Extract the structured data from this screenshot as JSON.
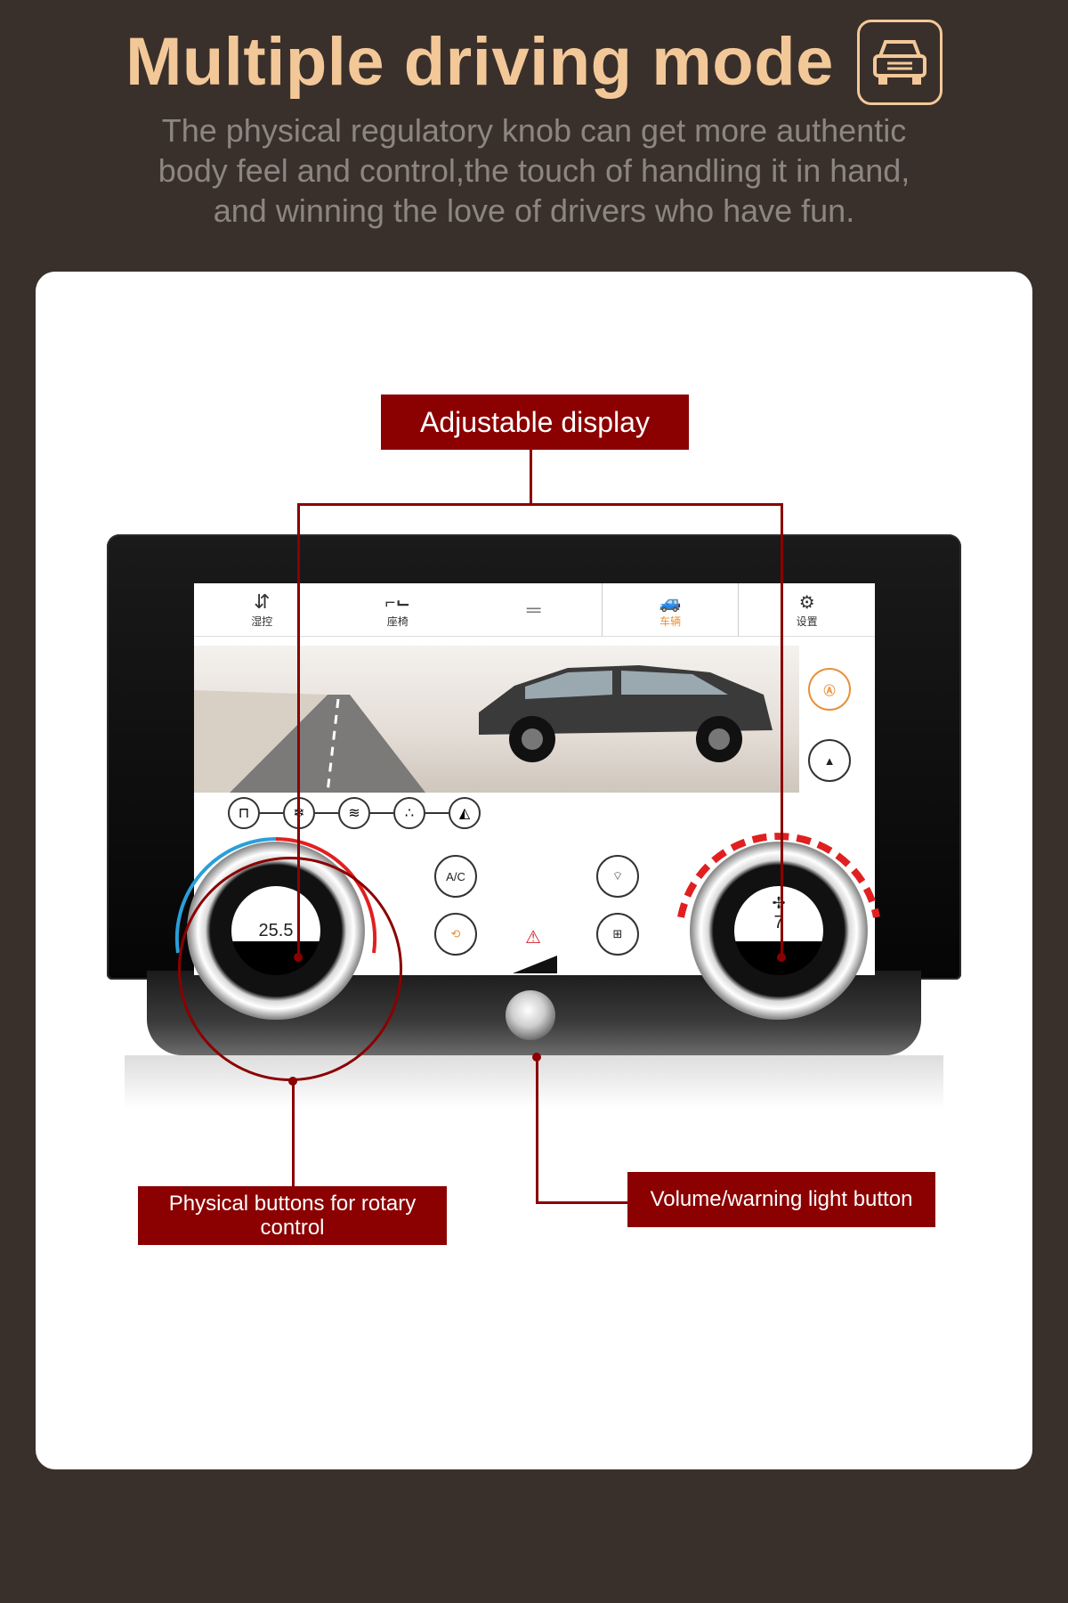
{
  "header": {
    "title": "Multiple driving mode",
    "subtitle_lines": [
      "The physical regulatory knob can get more authentic",
      "body feel and control,the touch of handling it in hand,",
      "and winning the love of drivers who have fun."
    ],
    "badge_icon": "car-front-icon"
  },
  "callouts": {
    "display": "Adjustable display",
    "rotary": "Physical buttons for rotary control",
    "volume": "Volume/warning light button"
  },
  "screen": {
    "tabs": [
      {
        "label": "湿控",
        "icon": "airflow-icon"
      },
      {
        "label": "座椅",
        "icon": "seat-icon"
      },
      {
        "label": "",
        "icon": "menu-lines-icon"
      },
      {
        "label": "车辆",
        "icon": "car-side-icon"
      },
      {
        "label": "设置",
        "icon": "gear-icon"
      }
    ],
    "buttons": {
      "ac": "A/C"
    },
    "left_knob_value": "25.5",
    "right_knob_value": "7"
  },
  "colors": {
    "background": "#3a302b",
    "title": "#f3c899",
    "subtitle": "#8d8580",
    "callout": "#8b0000",
    "accent_orange": "#e8913a"
  }
}
